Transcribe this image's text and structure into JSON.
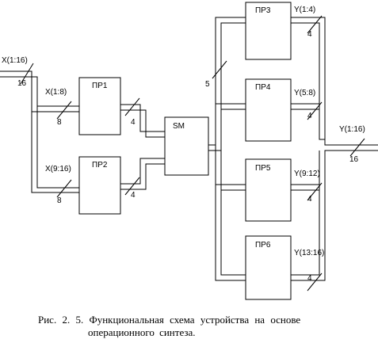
{
  "blocks": {
    "pr1": "ПР1",
    "pr2": "ПР2",
    "sm": "SM",
    "pr3": "ПР3",
    "pr4": "ПР4",
    "pr5": "ПР5",
    "pr6": "ПР6"
  },
  "signals": {
    "x_in": "X(1:16)",
    "x_in_width": "16",
    "x_lo": "X(1:8)",
    "x_lo_width": "8",
    "x_hi": "X(9:16)",
    "x_hi_width": "8",
    "pr1_out_width": "4",
    "pr2_out_width": "4",
    "sm_out_width": "5",
    "y1": "Y(1:4)",
    "y1_width": "4",
    "y2": "Y(5:8)",
    "y2_width": "4",
    "y3": "Y(9:12)",
    "y3_width": "4",
    "y4": "Y(13:16)",
    "y4_width": "4",
    "y_out": "Y(1:16)",
    "y_out_width": "16"
  },
  "caption": {
    "line1": "Рис. 2. 5. Функциональная схема устройства на основе",
    "line2": "операционного синтеза."
  }
}
